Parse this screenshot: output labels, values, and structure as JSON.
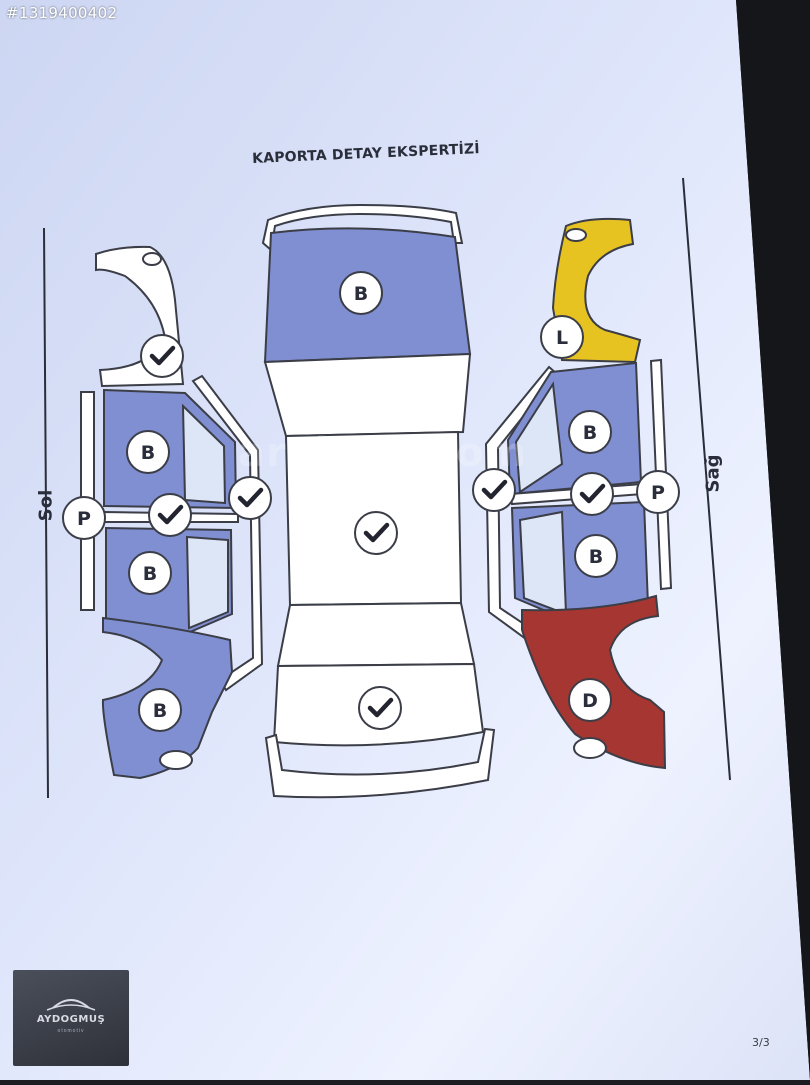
{
  "listing_id": "#1319400402",
  "title": "KAPORTA DETAY EKSPERTİZİ",
  "side_left": "Sol",
  "side_right": "Sağ",
  "watermark": "arabam.com",
  "page_number": "3/3",
  "logo": {
    "name": "AYDOGMUŞ",
    "sub": "otomotiv"
  },
  "colors": {
    "original": "#ffffff",
    "B": "#7f8fd2",
    "L": "#e6c321",
    "D": "#a63631",
    "outline": "#3b3d47"
  },
  "panels": [
    {
      "id": "left-front-fender",
      "status": "check"
    },
    {
      "id": "left-front-door",
      "mark": "B"
    },
    {
      "id": "left-rear-door",
      "mark": "B"
    },
    {
      "id": "left-rear-quarter",
      "mark": "B"
    },
    {
      "id": "left-sill",
      "mark": "P"
    },
    {
      "id": "left-pillar",
      "status": "check"
    },
    {
      "id": "left-roof-rail",
      "status": "check"
    },
    {
      "id": "hood",
      "mark": "B"
    },
    {
      "id": "roof",
      "status": "check"
    },
    {
      "id": "trunk",
      "status": "check"
    },
    {
      "id": "right-front-fender",
      "mark": "L"
    },
    {
      "id": "right-front-door",
      "mark": "B"
    },
    {
      "id": "right-rear-door",
      "mark": "B"
    },
    {
      "id": "right-rear-quarter",
      "mark": "D"
    },
    {
      "id": "right-sill",
      "mark": "P"
    },
    {
      "id": "right-pillar",
      "status": "check"
    },
    {
      "id": "right-roof-rail",
      "status": "check"
    }
  ]
}
